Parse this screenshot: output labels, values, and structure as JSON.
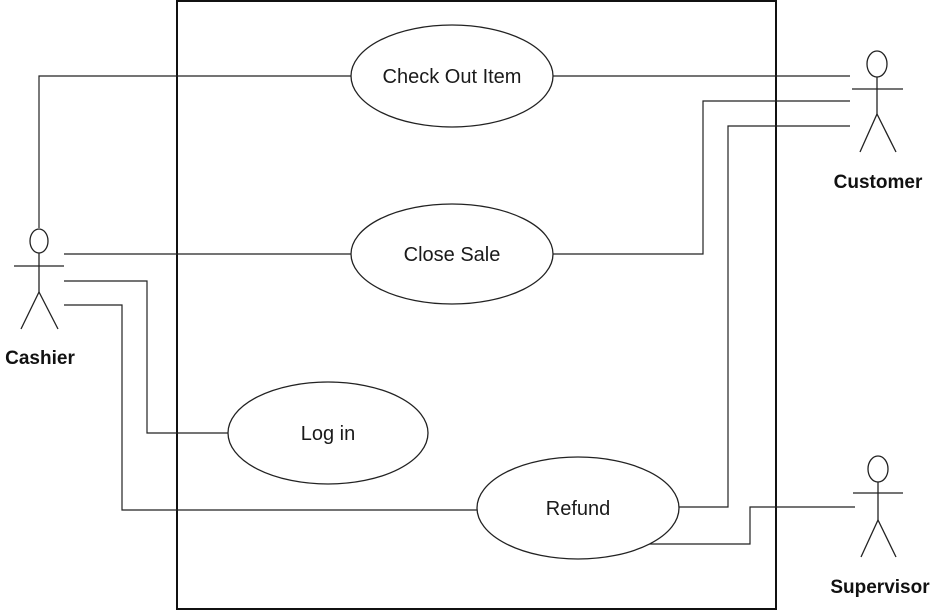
{
  "actors": {
    "cashier": "Cashier",
    "customer": "Customer",
    "supervisor": "Supervisor"
  },
  "use_cases": {
    "check_out_item": "Check Out Item",
    "close_sale": "Close Sale",
    "log_in": "Log in",
    "refund": "Refund"
  }
}
